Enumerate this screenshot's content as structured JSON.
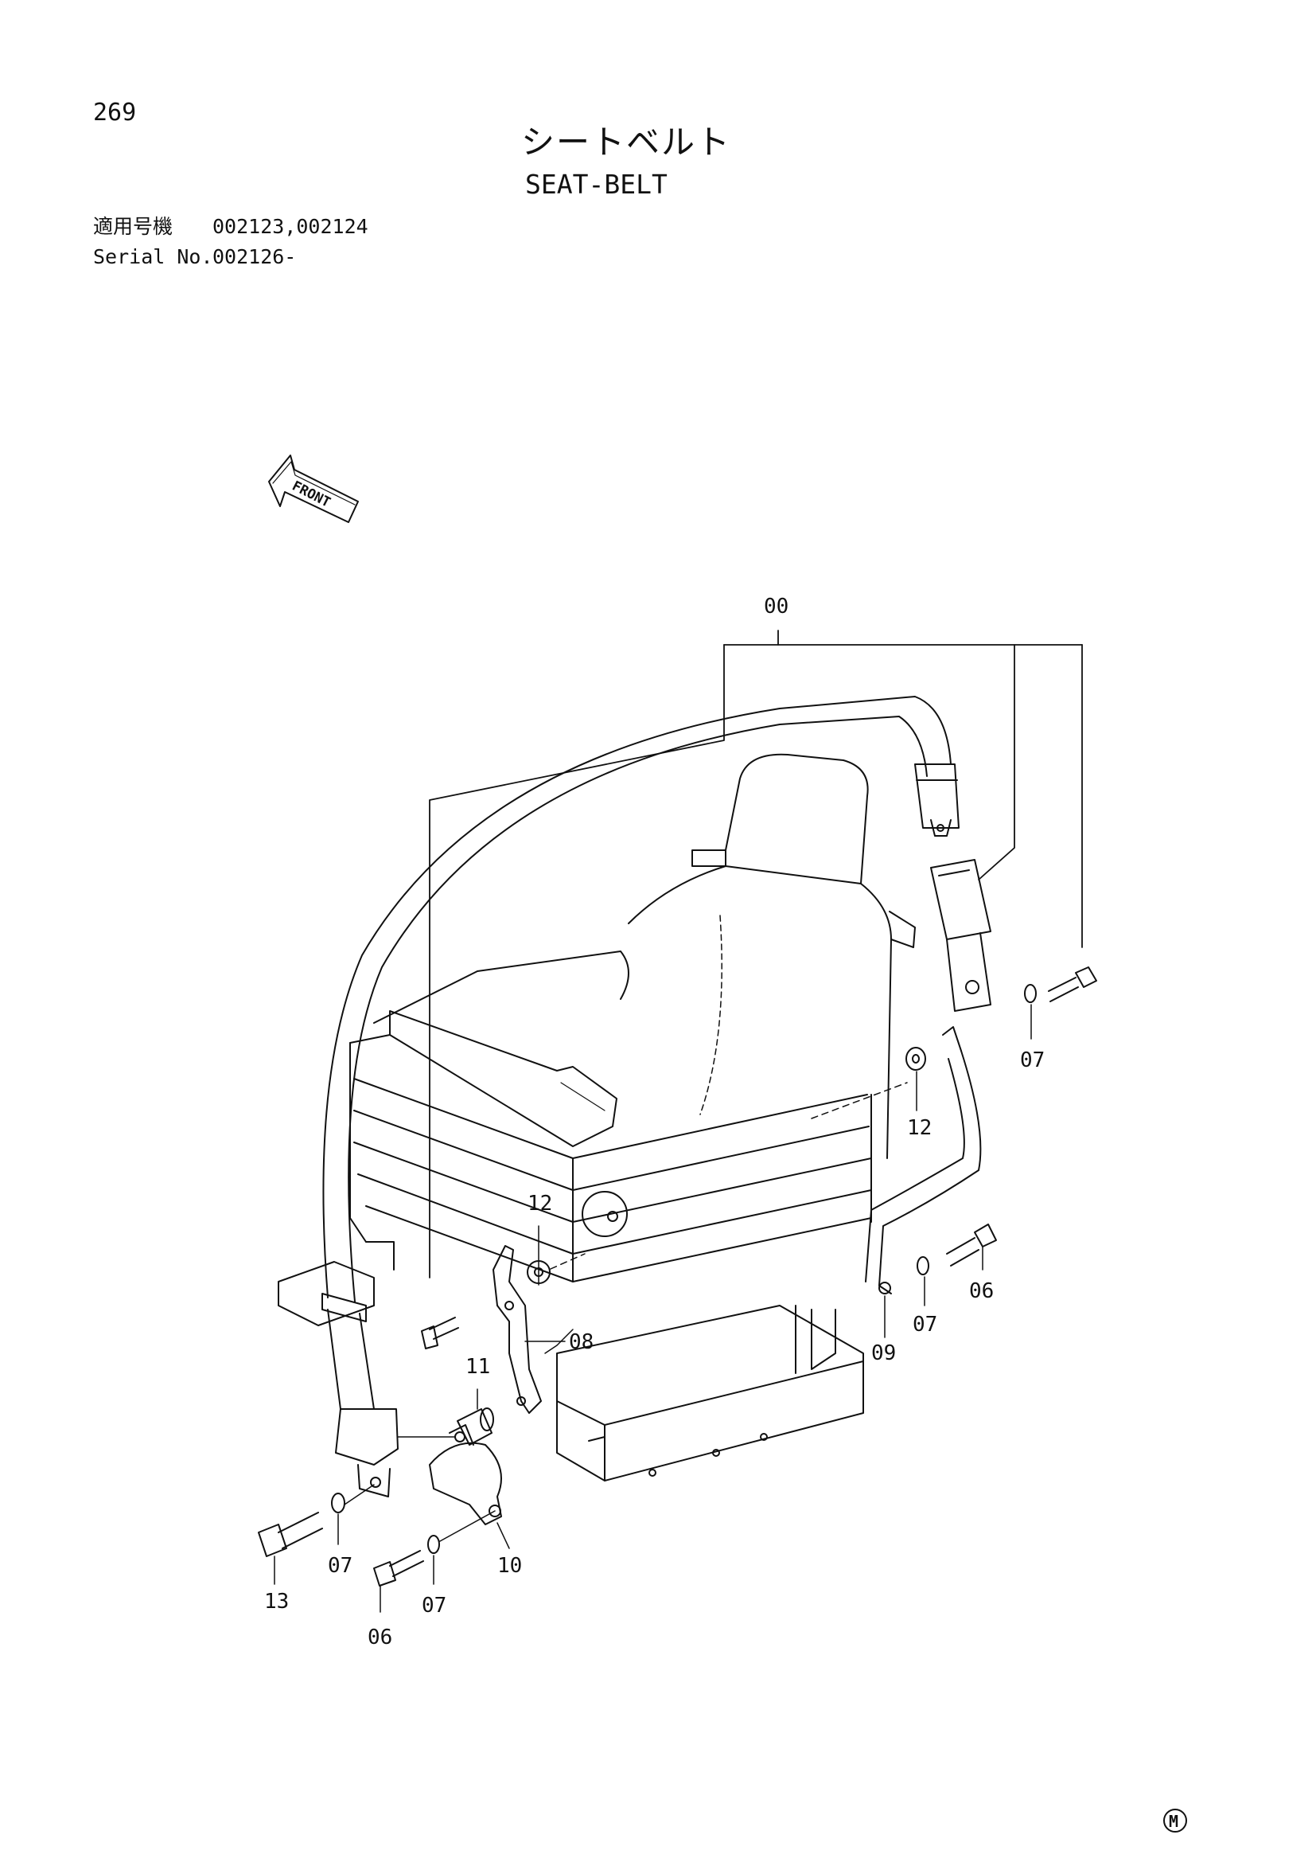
{
  "page": {
    "number": "269"
  },
  "title": {
    "japanese": "シートベルト",
    "english": "SEAT-BELT"
  },
  "applicability": {
    "label_jp": "適用号機",
    "serials_jp": "002123,002124",
    "label_en": "Serial No.",
    "serial_en": "002126-"
  },
  "direction_arrow": {
    "label": "FRONT"
  },
  "callouts": [
    "00",
    "07",
    "12",
    "06",
    "07",
    "09",
    "08",
    "12",
    "11",
    "13",
    "07",
    "07",
    "10",
    "06"
  ],
  "footer": {
    "mark": "M"
  },
  "colors": {
    "ink": "#111111",
    "paper": "#ffffff"
  }
}
